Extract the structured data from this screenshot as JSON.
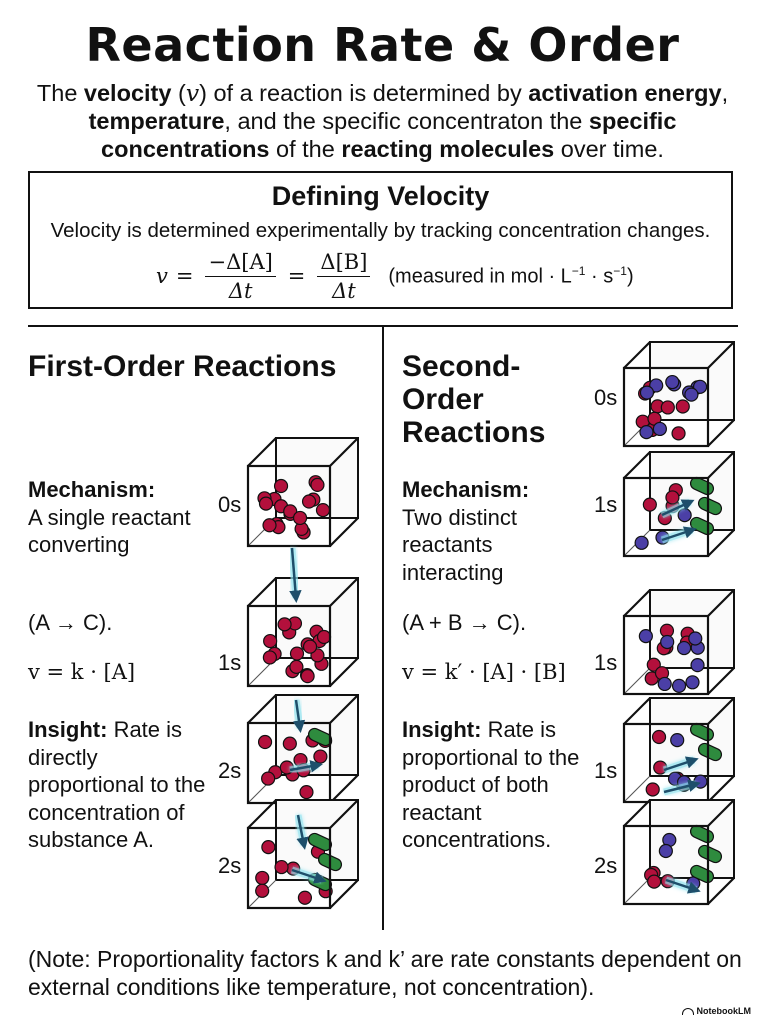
{
  "header": {
    "title": "Reaction Rate & Order",
    "intro": {
      "p1": "The ",
      "b1": "velocity",
      "p2": " (",
      "sym": "v",
      "p3": ") of a reaction is determined by ",
      "b2": "activation energy",
      "p4": ", ",
      "b3": "temperature",
      "p5": ", and the specific concentraton the ",
      "b4": "specific concentrations",
      "p6": " of the ",
      "b5": "reacting molecules",
      "p7": " over time."
    }
  },
  "definition": {
    "title": "Defining Velocity",
    "text": "Velocity is determined experimentally by tracking concentration changes.",
    "formula": {
      "lhs": "v",
      "eq1": "=",
      "num1": "−Δ[A]",
      "den1": "Δt",
      "eq2": "=",
      "num2": "Δ[B]",
      "den2": "Δt",
      "units_prefix": "(measured in mol · L",
      "units_exp1": "−1",
      "units_mid": " · s",
      "units_exp2": "−1",
      "units_suffix": ")"
    }
  },
  "first_order": {
    "title": "First-Order Reactions",
    "mechanism_label": "Mechanism:",
    "mechanism_text": "A single reactant converting",
    "reaction": "(A → C).",
    "rate_law": "v = k · [A]",
    "insight_label": "Insight:",
    "insight_text": "Rate is directly proportional to the concentration of substance A.",
    "times": [
      "0s",
      "1s",
      "2s",
      "2s"
    ]
  },
  "second_order": {
    "title_line1": "Second-",
    "title_line2": "Order",
    "title_line3": "Reactions",
    "mechanism_label": "Mechanism:",
    "mechanism_text": "Two distinct reactants interacting",
    "reaction": "(A + B → C).",
    "rate_law": "v = k′ · [A] · [B]",
    "insight_label": "Insight:",
    "insight_text": "Rate is proportional to the product of both reactant concentrations.",
    "times": [
      "0s",
      "1s",
      "1s",
      "1s",
      "2s"
    ]
  },
  "footer": {
    "note": "(Note: Proportionality factors k and k’ are rate constants dependent on external conditions like temperature, not concentration).",
    "brand": "NotebookLM"
  },
  "colors": {
    "reactant_a": "#b3103c",
    "reactant_b": "#4b3fa6",
    "product": "#2e8b3e",
    "arrow": "#1e4f6b",
    "arrow_glow": "#8fe3ef"
  }
}
